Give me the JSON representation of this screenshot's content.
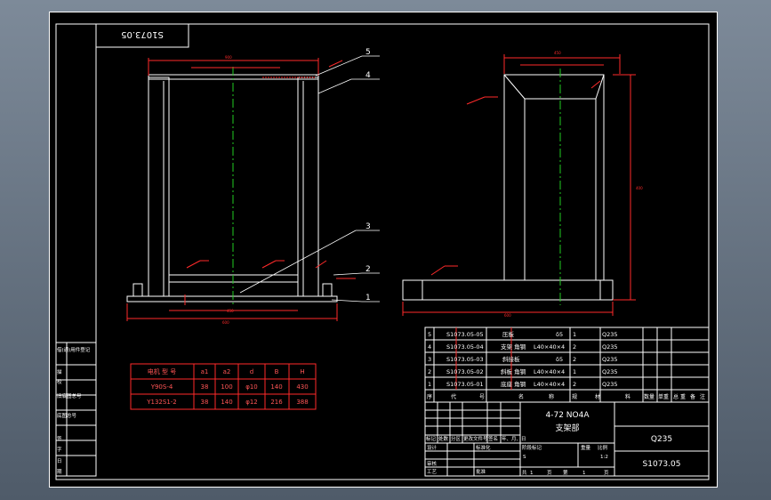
{
  "drawing_no_mirrored": "S1073.05",
  "callouts": [
    "5",
    "4",
    "3",
    "2",
    "1"
  ],
  "bom": {
    "rows": [
      {
        "no": "5",
        "code": "S1073.05-05",
        "name": "压板",
        "spec": "δ5",
        "qty": "1",
        "material": "Q235"
      },
      {
        "no": "4",
        "code": "S1073.05-04",
        "name": "支架 角钢",
        "spec": "L40×40×4",
        "qty": "2",
        "material": "Q235"
      },
      {
        "no": "3",
        "code": "S1073.05-03",
        "name": "斜接板",
        "spec": "δ5",
        "qty": "2",
        "material": "Q235"
      },
      {
        "no": "2",
        "code": "S1073.05-02",
        "name": "斜板 角钢",
        "spec": "L40×40×4",
        "qty": "1",
        "material": "Q235"
      },
      {
        "no": "1",
        "code": "S1073.05-01",
        "name": "底座 角钢",
        "spec": "L40×40×4",
        "qty": "2",
        "material": "Q235"
      }
    ],
    "header": [
      "序",
      "代",
      "号",
      "名",
      "称",
      "规",
      "材",
      "料",
      "数量",
      "单重",
      "总",
      "重",
      "备",
      "注"
    ]
  },
  "motor_table": {
    "headers": [
      "电机 型 号",
      "a1",
      "a2",
      "d",
      "B",
      "H"
    ],
    "rows": [
      [
        "Y90S-4",
        "38",
        "100",
        "φ10",
        "140",
        "430"
      ],
      [
        "Y132S1-2",
        "38",
        "140",
        "φ12",
        "216",
        "388"
      ]
    ]
  },
  "title_block": {
    "product": "4-72 NO4A",
    "part_name": "支架部",
    "material": "Q235",
    "drawing_no": "S1073.05",
    "labels": [
      "标记",
      "处数",
      "分区",
      "更改文件号",
      "签名",
      "年、月、日",
      "设计",
      "标准化",
      "阶段标记",
      "重量",
      "比例",
      "审核",
      "工艺",
      "批准"
    ],
    "scale": "1:2",
    "stage": "S",
    "sheet": {
      "total_label": "共",
      "total": "1",
      "page_label": "页",
      "page_prefix": "第",
      "page": "1"
    }
  },
  "left_strip": [
    "借(通)用件登记",
    "描",
    "校",
    "旧底图总号",
    "底图总号",
    "签",
    "字",
    "日",
    "期"
  ],
  "colors": {
    "sheet": "#000000",
    "frame": "#ffffff",
    "outline": "#ffffff",
    "dimension": "#ff2a2a",
    "centerline": "#22cc22",
    "table_text": "#ffffff"
  }
}
